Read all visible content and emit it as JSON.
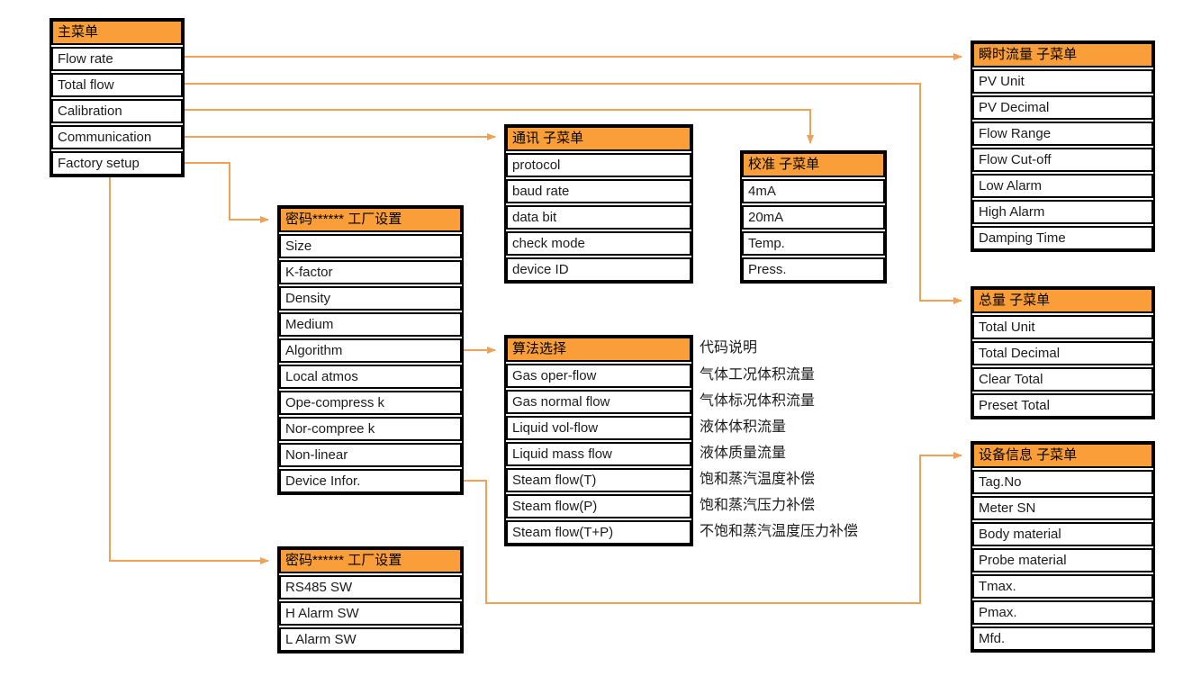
{
  "colors": {
    "header_bg": "#F99E38",
    "arrow": "#F2A154",
    "border": "#000000",
    "text": "#1B1B1B"
  },
  "boxes": {
    "main_menu": {
      "title": "主菜单",
      "items": [
        "Flow rate",
        "Total flow",
        "Calibration",
        "Communication",
        "Factory setup"
      ]
    },
    "factory_setup_1": {
      "title": "密码****** 工厂设置",
      "items": [
        "Size",
        "K-factor",
        "Density",
        "Medium",
        "Algorithm",
        "Local atmos",
        "Ope-compress k",
        "Nor-compree k",
        "Non-linear",
        "Device Infor."
      ]
    },
    "factory_setup_2": {
      "title": "密码****** 工厂设置",
      "items": [
        "RS485 SW",
        "H Alarm SW",
        "L Alarm SW"
      ]
    },
    "communication_submenu": {
      "title": "通讯 子菜单",
      "items": [
        "protocol",
        "baud rate",
        "data bit",
        "check mode",
        "device ID"
      ]
    },
    "calibration_submenu": {
      "title": "校准 子菜单",
      "items": [
        "4mA",
        "20mA",
        "Temp.",
        "Press."
      ]
    },
    "algorithm_menu": {
      "title": "算法选择",
      "items": [
        "Gas oper-flow",
        "Gas normal flow",
        "Liquid vol-flow",
        "Liquid mass flow",
        "Steam flow(T)",
        "Steam flow(P)",
        "Steam flow(T+P)"
      ],
      "descriptions_title": "代码说明",
      "descriptions": [
        "气体工况体积流量",
        "气体标况体积流量",
        "液体体积流量",
        "液体质量流量",
        "饱和蒸汽温度补偿",
        "饱和蒸汽压力补偿",
        "不饱和蒸汽温度压力补偿"
      ]
    },
    "instant_flow_submenu": {
      "title": "瞬时流量 子菜单",
      "items": [
        "PV Unit",
        "PV Decimal",
        "Flow Range",
        "Flow Cut-off",
        "Low Alarm",
        "High Alarm",
        "Damping Time"
      ]
    },
    "total_submenu": {
      "title": "总量 子菜单",
      "items": [
        "Total Unit",
        "Total Decimal",
        "Clear Total",
        "Preset Total"
      ]
    },
    "device_info_submenu": {
      "title": "设备信息 子菜单",
      "items": [
        "Tag.No",
        "Meter SN",
        "Body material",
        "Probe material",
        "Tmax.",
        "Pmax.",
        "Mfd."
      ]
    }
  }
}
